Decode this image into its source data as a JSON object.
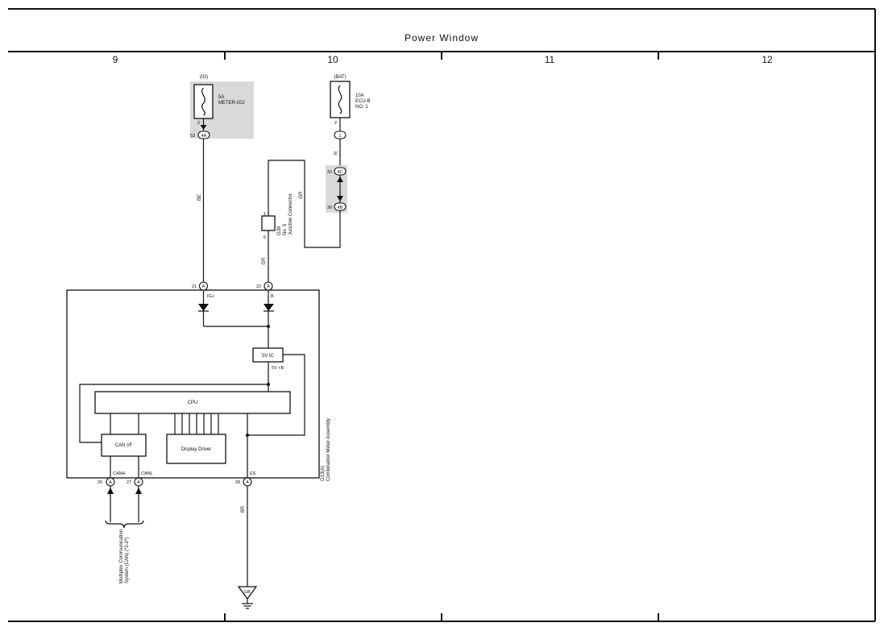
{
  "title": "Power Window",
  "columns": [
    "9",
    "10",
    "11",
    "12"
  ],
  "fuses": {
    "ig": {
      "source": "(IG)",
      "amp": "5A",
      "name": "METER-IG2",
      "pin_fuse": "2",
      "pin_conn": "53",
      "conn": "4A"
    },
    "bat": {
      "source": "(BAT)",
      "amp": "10A",
      "name": "ECU-B",
      "name2": "NO. 1",
      "pin_fuse": "2",
      "conn": "1"
    }
  },
  "wires": {
    "be": "BE",
    "r": "R",
    "gr_upper": "GR",
    "gr_lower": "GR",
    "br": "BR"
  },
  "junction": {
    "code": "G39",
    "name1": "No. 5",
    "name2": "Junction Connector",
    "pin_top": "1",
    "pin_bottom": "6"
  },
  "relay_conn": {
    "pin_top": "32",
    "conn_top": "4C",
    "pin_bottom": "30",
    "conn_bottom": "4B"
  },
  "meter": {
    "code": "G13(A)",
    "name": "Combination Meter Assembly",
    "pins": {
      "ig": "21",
      "b": "22",
      "canh": "26",
      "canl": "27",
      "es": "28"
    },
    "pin_letter": "A",
    "labels": {
      "ig": "IG+",
      "b": "B",
      "canh": "CANH",
      "canl": "CANL",
      "es": "ES",
      "vout": "5V +B"
    },
    "blocks": {
      "ic": "5V IC",
      "cpu": "CPU",
      "can": "CAN I/F",
      "display": "Display Driver"
    }
  },
  "can_bus": {
    "line1": "Multiplex Communication",
    "line2": "System (CAN) (*2-2*)"
  },
  "ground": {
    "code": "GB"
  }
}
